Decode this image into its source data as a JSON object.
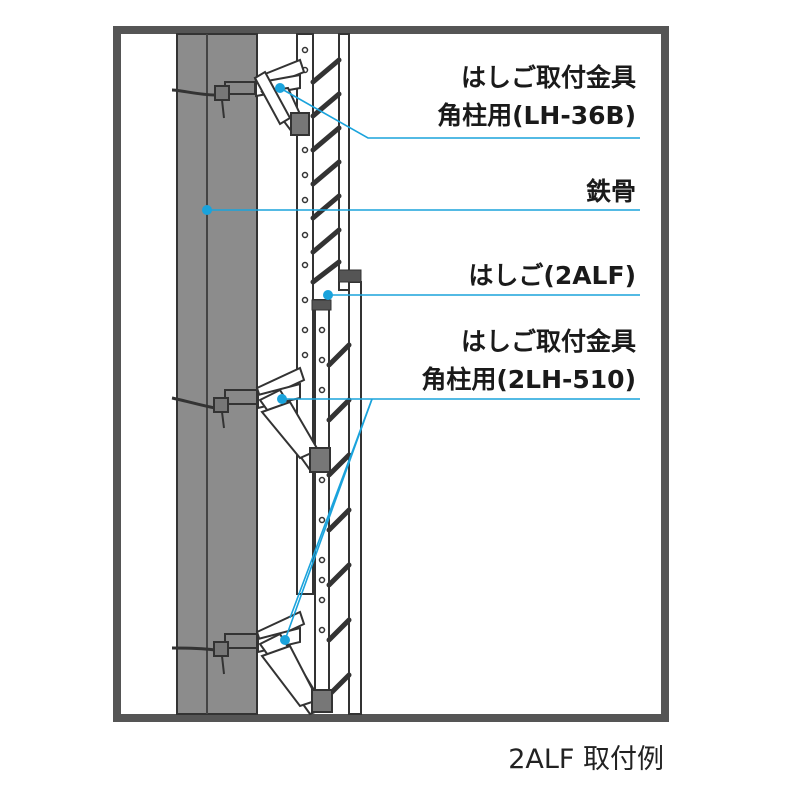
{
  "labels": {
    "bracket_top_line1": "はしご取付金具",
    "bracket_top_line2": "角柱用(LH-36B)",
    "steel": "鉄骨",
    "ladder": "はしご(2ALF)",
    "bracket_mid_line1": "はしご取付金具",
    "bracket_mid_line2": "角柱用(2LH-510)"
  },
  "caption": "2ALF 取付例",
  "colors": {
    "leader": "#1aa3dc",
    "column": "#8c8c8c",
    "column_dark": "#6e6e6e",
    "frame": "#555555",
    "outline": "#333333",
    "steel_fill": "#ffffff"
  }
}
